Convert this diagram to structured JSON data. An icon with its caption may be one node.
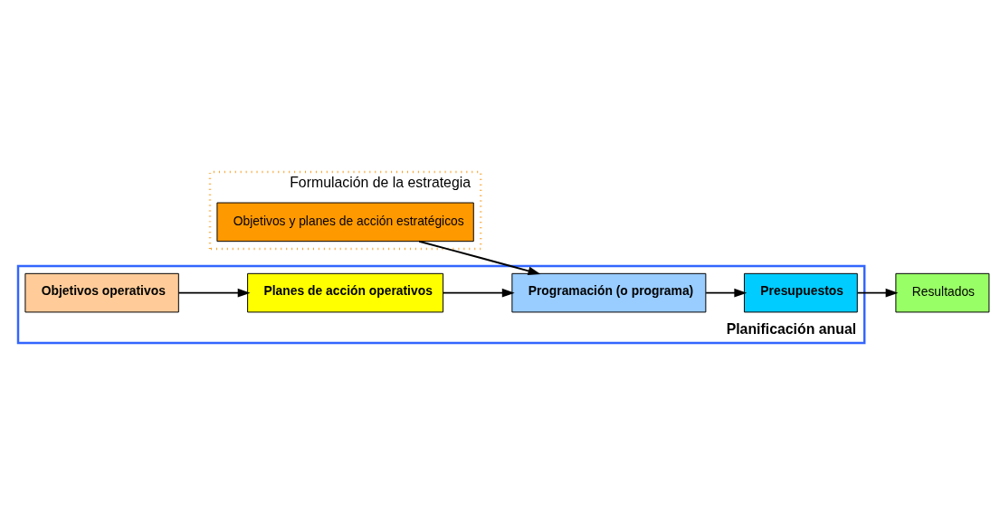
{
  "diagram": {
    "nodes": [
      {
        "text": [
          "Formulación de la estrategia"
        ]
      },
      {
        "text": [
          "Objetivos y planes de acción estratégicos"
        ],
        "in": 0
      },
      {
        "text": [
          "Planificación anual"
        ]
      },
      {
        "text": [
          "Programación (o programa)"
        ],
        "in": 2
      },
      {
        "text": [
          "Presupuestos"
        ],
        "in": 2
      },
      {
        "text": [
          "Resultados"
        ]
      },
      {
        "text": [
          "Objetivos operativos"
        ],
        "in": 2
      },
      {
        "text": [
          "Planes de acción operativos"
        ],
        "in": 2
      }
    ],
    "edges": [
      {
        "from": 1,
        "to": 3,
        "arrow": "to"
      },
      {
        "from": 3,
        "to": 4,
        "arrow": "to"
      },
      {
        "from": 4,
        "to": 5,
        "arrow": "to"
      },
      {
        "from": 6,
        "to": 7,
        "arrow": "to"
      },
      {
        "from": 7,
        "to": 3,
        "arrow": "to"
      }
    ]
  }
}
